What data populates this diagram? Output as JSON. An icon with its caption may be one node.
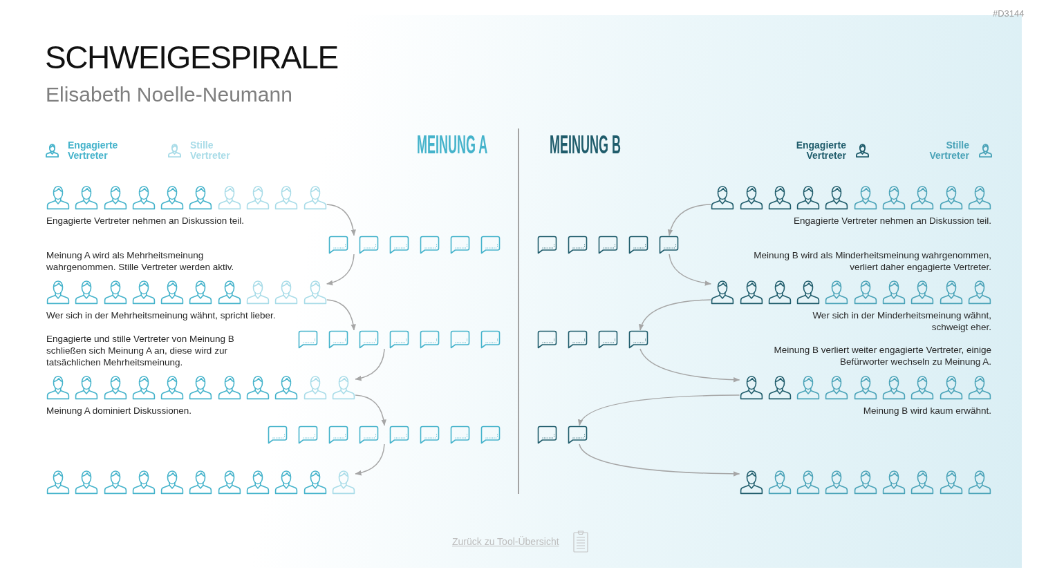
{
  "diagram": {
    "title": "SCHWEIGESPIRALE",
    "nodes": [
      {
        "text": [],
        "shape": "people",
        "beside": [
          "Engagierte Vertreter nehmen an Diskussion teil."
        ]
      },
      {
        "text": [],
        "shape": "bubbles"
      },
      {
        "text": [],
        "shape": "people",
        "beside": [
          "Meinung A wird als Mehrheitsmeinung wahrgenommen. Stille Vertreter werden aktiv.",
          "Wer sich in der Mehrheitsmeinung wähnt, spricht lieber."
        ]
      },
      {
        "text": [],
        "shape": "bubbles"
      },
      {
        "text": [],
        "shape": "people",
        "beside": [
          "Engagierte und stille Vertreter von Meinung B schließen sich Meinung A an, diese wird zur tatsächlichen Mehrheitsmeinung.",
          "Meinung A dominiert Diskussionen."
        ]
      },
      {
        "text": [],
        "shape": "bubbles"
      },
      {
        "text": [],
        "shape": "people"
      },
      {
        "text": [],
        "shape": "people",
        "beside": [
          "Engagierte Vertreter nehmen an Diskussion teil."
        ]
      },
      {
        "text": [],
        "shape": "bubbles"
      },
      {
        "text": [],
        "shape": "people",
        "beside": [
          "Meinung B wird als Minderheitsmeinung wahrgenommen, verliert daher engagierte Vertreter.",
          "Wer sich in der Minderheitsmeinung wähnt, schweigt eher."
        ]
      },
      {
        "text": [],
        "shape": "bubbles"
      },
      {
        "text": [],
        "shape": "people",
        "beside": [
          "Meinung B verliert weiter engagierte Vertreter, einige Befürworter wechseln zu Meinung A.",
          "Meinung B wird kaum erwähnt."
        ]
      },
      {
        "text": [],
        "shape": "bubbles"
      },
      {
        "text": [],
        "shape": "people"
      }
    ],
    "edges": [
      {
        "from": 0,
        "to": 1,
        "arrow": "to"
      },
      {
        "from": 1,
        "to": 2,
        "arrow": "to"
      },
      {
        "from": 2,
        "to": 3,
        "arrow": "to"
      },
      {
        "from": 3,
        "to": 4,
        "arrow": "to"
      },
      {
        "from": 4,
        "to": 5,
        "arrow": "to"
      },
      {
        "from": 5,
        "to": 6,
        "arrow": "to"
      },
      {
        "from": 7,
        "to": 8,
        "arrow": "to"
      },
      {
        "from": 8,
        "to": 9,
        "arrow": "to"
      },
      {
        "from": 9,
        "to": 10,
        "arrow": "to"
      },
      {
        "from": 10,
        "to": 11,
        "arrow": "to"
      },
      {
        "from": 11,
        "to": 12,
        "arrow": "to"
      },
      {
        "from": 12,
        "to": 13,
        "arrow": "to"
      }
    ],
    "labels": [
      "#D3144",
      "Elisabeth Noelle-Neumann",
      "MEINUNG A",
      "MEINUNG B",
      "Zurück zu Tool-Übersicht"
    ],
    "legend": [
      {
        "text": "Engagierte Vertreter",
        "color": "#45b3cb"
      },
      {
        "text": "Stille Vertreter",
        "color": "#a9dce8"
      },
      {
        "text": "Engagierte Vertreter",
        "color": "#1f5c6b"
      },
      {
        "text": "Stille Vertreter",
        "color": "#4aa3b8"
      }
    ]
  }
}
